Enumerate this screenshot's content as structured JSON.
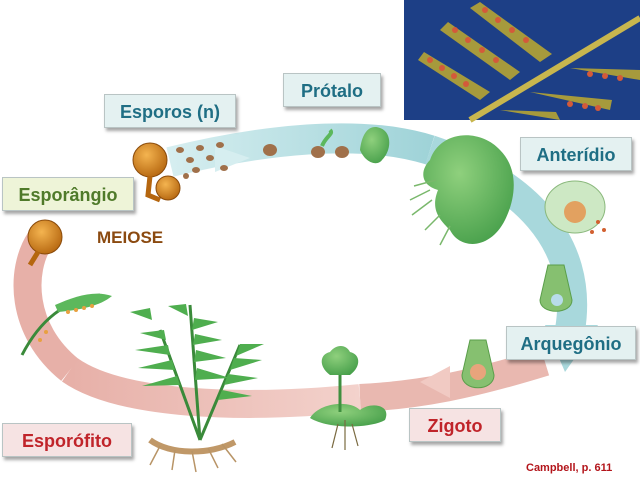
{
  "labels": {
    "esporos": "Esporos (n)",
    "protalo": "Prótalo",
    "anteridio": "Anterídio",
    "esporangio": "Esporângio",
    "arquegonio": "Arquegônio",
    "zigoto": "Zigoto",
    "esporofito": "Esporófito",
    "meiose": "MEIOSE"
  },
  "credit": "Campbell, p. 611",
  "colors": {
    "haploid_arrow": "#a8d8dc",
    "diploid_arrow": "#e9b8b0",
    "label_blue_text": "#1f6e84",
    "label_green_text": "#4f7a2a",
    "label_red_text": "#c0242a",
    "meiose_text": "#8b4a10",
    "photo_background": "#1d3f86"
  },
  "icons": [
    "sporangium-icon",
    "spores-icon",
    "gametophyte-icon",
    "antheridium-icon",
    "sperm-icon",
    "archegonium-icon",
    "zygote-icon",
    "young-sporophyte-icon",
    "fern-sporophyte-icon",
    "leaflet-with-sori-icon",
    "fern-frond-photo"
  ]
}
